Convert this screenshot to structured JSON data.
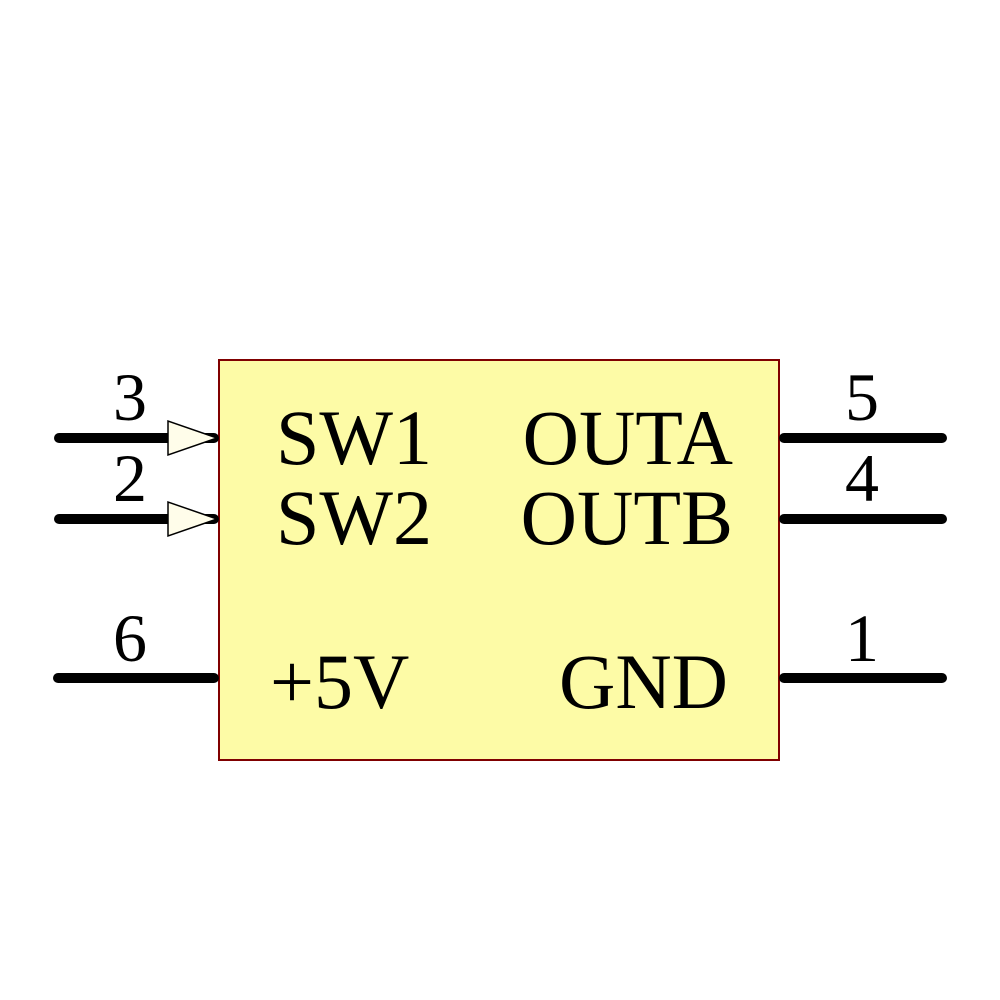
{
  "app": {
    "background": "#ffffff"
  },
  "component": {
    "colors": {
      "body_fill": "#fdfba6",
      "body_border": "#800000",
      "pin_wire": "#000000",
      "text": "#000000",
      "arrow_fill": "#fffdea",
      "arrow_stroke": "#000000"
    },
    "pins": [
      {
        "number": "3",
        "name": "SW1",
        "side": "left",
        "arrow": true
      },
      {
        "number": "2",
        "name": "SW2",
        "side": "left",
        "arrow": true
      },
      {
        "number": "6",
        "name": "+5V",
        "side": "left",
        "arrow": false
      },
      {
        "number": "5",
        "name": "OUTA",
        "side": "right",
        "arrow": false
      },
      {
        "number": "4",
        "name": "OUTB",
        "side": "right",
        "arrow": false
      },
      {
        "number": "1",
        "name": "GND",
        "side": "right",
        "arrow": false
      }
    ]
  }
}
